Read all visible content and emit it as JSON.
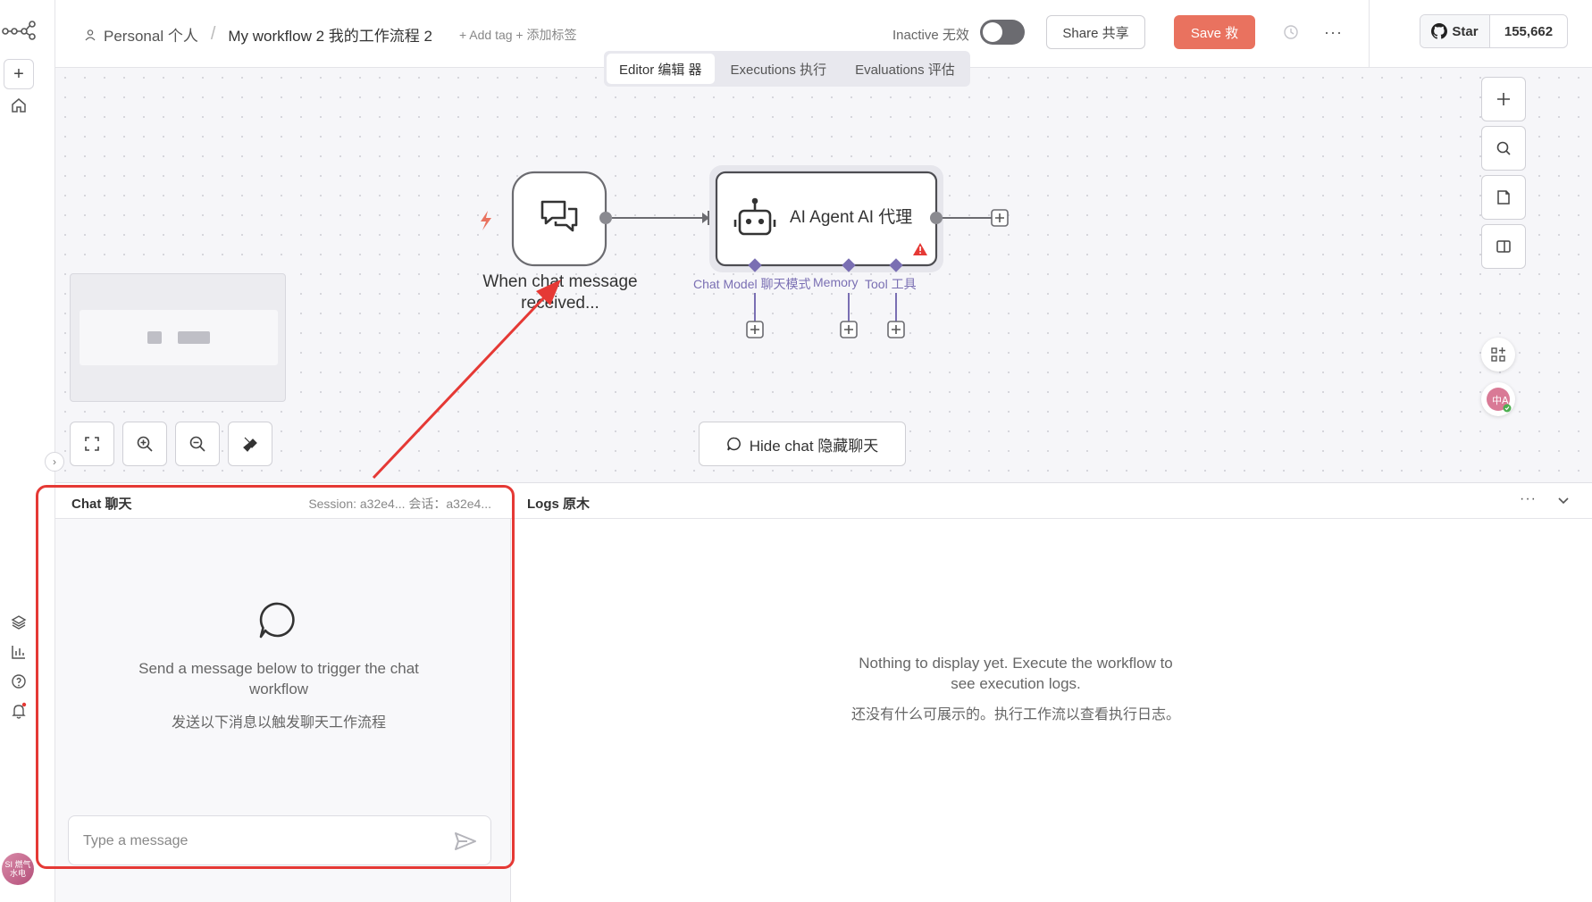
{
  "header": {
    "owner": "Personal 个人",
    "workflow_name": "My workflow 2 我的工作流程 2",
    "add_tag": "+ Add tag + 添加标签",
    "status": "Inactive 无效",
    "share_label": "Share 共享",
    "save_label": "Save 救",
    "github_star_label": "Star",
    "github_star_count": "155,662"
  },
  "tabs": [
    {
      "label": "Editor 编辑 器",
      "active": true
    },
    {
      "label": "Executions 执行",
      "active": false
    },
    {
      "label": "Evaluations 评估",
      "active": false
    }
  ],
  "nodes": {
    "trigger": {
      "label_line1": "When chat message",
      "label_line2": "received..."
    },
    "agent": {
      "label": "AI Agent AI 代理",
      "sub_chat_model": "Chat Model 聊天模式",
      "sub_memory": "Memory",
      "sub_tool": "Tool 工具"
    }
  },
  "canvas": {
    "hide_chat_label": "Hide chat 隐藏聊天"
  },
  "chat": {
    "title": "Chat 聊天",
    "session": "Session: a32e4... 会话：a32e4...",
    "empty_en": "Send a message below to trigger the chat workflow",
    "empty_zh": "发送以下消息以触发聊天工作流程",
    "input_placeholder": "Type a message"
  },
  "logs": {
    "title": "Logs 原木",
    "empty_en": "Nothing to display yet. Execute the workflow to see execution logs.",
    "empty_zh": "还没有什么可展示的。执行工作流以查看执行日志。"
  },
  "sidebar": {
    "avatar_text": "SI 燃气 水电"
  },
  "colors": {
    "save": "#e9725f",
    "annotation": "#e53935",
    "connector_sub": "#7a6fb3",
    "warning": "#e53935"
  }
}
